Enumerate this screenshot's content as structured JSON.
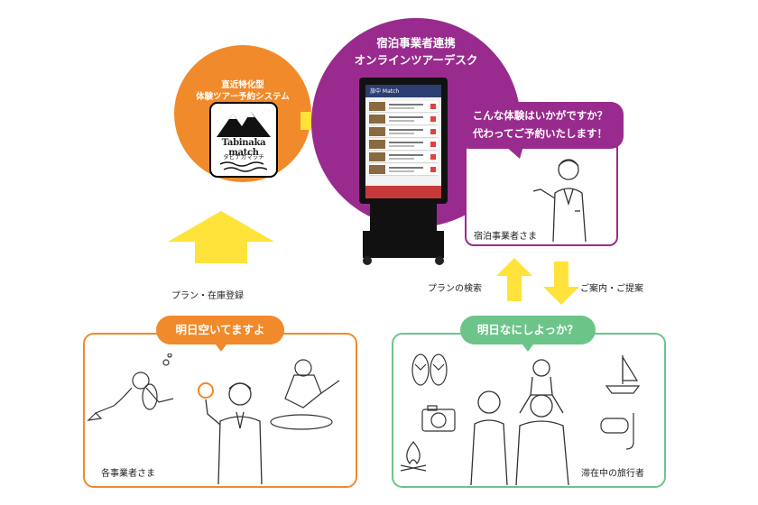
{
  "orange_circle": {
    "title_line1": "直近特化型",
    "title_line2": "体験ツアー予約システム",
    "logo_main": "Tabinaka match",
    "logo_sub": "タビナカマッチ"
  },
  "purple_circle": {
    "title_line1": "宿泊事業者連携",
    "title_line2": "オンラインツアーデスク"
  },
  "kiosk": {
    "header_text": "旅中 Match"
  },
  "staff_bubble": {
    "line1": "こんな体験はいかがですか？",
    "line2": "代わってご予約いたします！"
  },
  "staff_label": "宿泊事業者さま",
  "arrow_labels": {
    "plan_registration": "プラン・在庫登録",
    "plan_search": "プランの検索",
    "guidance": "ご案内・ご提案"
  },
  "operator_box": {
    "speech": "明日空いてますよ",
    "label": "各事業者さま"
  },
  "traveler_box": {
    "speech": "明日なにしよっか？",
    "label": "滞在中の旅行者"
  },
  "colors": {
    "orange": "#f08a2b",
    "purple": "#9a2b8e",
    "yellow": "#ffe33b",
    "green": "#6cc489"
  }
}
